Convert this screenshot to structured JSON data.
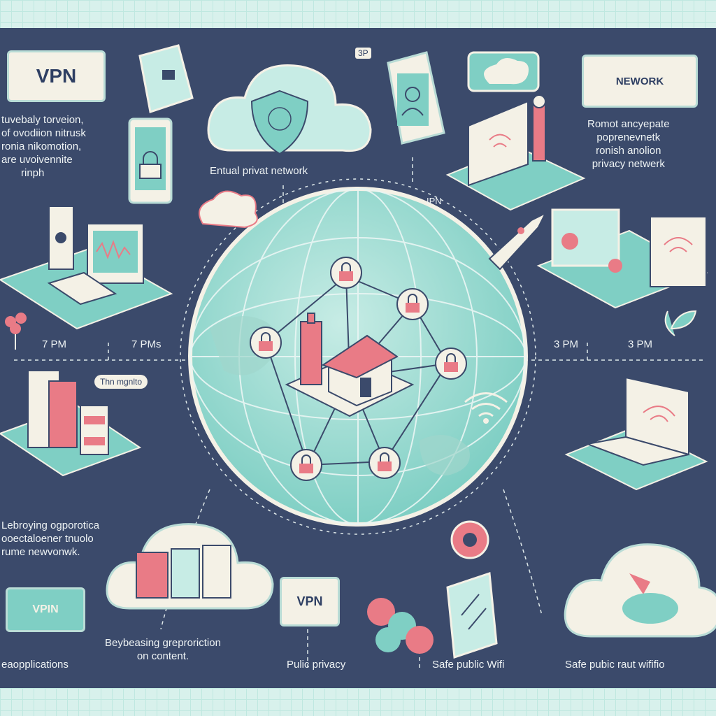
{
  "colors": {
    "background": "#3b4a6b",
    "accent_teal": "#7fcfc4",
    "accent_pink": "#e97b86",
    "cream": "#f4f1e6",
    "line": "#dfe9ea"
  },
  "top_left_box": {
    "label": "VPN"
  },
  "top_right_box": {
    "label": "NEWORK"
  },
  "top_center_tag": "3P",
  "left_paragraph": [
    "tuvebaly torveion,",
    "of ovodiion nitrusk",
    "ronia nikomotion,",
    "are uvoivennite",
    "rinph"
  ],
  "right_paragraph": [
    "Romot ancyepate",
    "poprenevnetk",
    "ronish anolion",
    "privacy netwerk"
  ],
  "center_caption": "Entual privat network",
  "globe_top_label": "IPN",
  "time_left_a": "7 PM",
  "time_left_b": "7 PMs",
  "time_right_a": "3 PM",
  "time_right_b": "3 PM",
  "left_tag": "Thn mgnlto",
  "left_bottom_paragraph": [
    "Lebroying ogporotica",
    "ooectaloener tnuolo",
    "rume newvonwk."
  ],
  "monitor_left_label": "VPIN",
  "monitor_center_label": "VPN",
  "bottom_center_paragraph": [
    "Beybeasing greproriction",
    "on content."
  ],
  "bottom_captions": [
    "eaopplications",
    "Pulic privacy",
    "Safe public Wifi",
    "Safe pubic raut wififio"
  ],
  "icons": [
    "shield-icon",
    "cloud-icon",
    "globe-icon",
    "house-icon",
    "lock-icon",
    "wifi-icon",
    "laptop-icon",
    "desktop-icon",
    "server-icon",
    "phone-icon",
    "tablet-icon",
    "rocket-icon",
    "question-icon",
    "leaf-icon",
    "flower-icon",
    "gear-icon",
    "user-icon"
  ]
}
